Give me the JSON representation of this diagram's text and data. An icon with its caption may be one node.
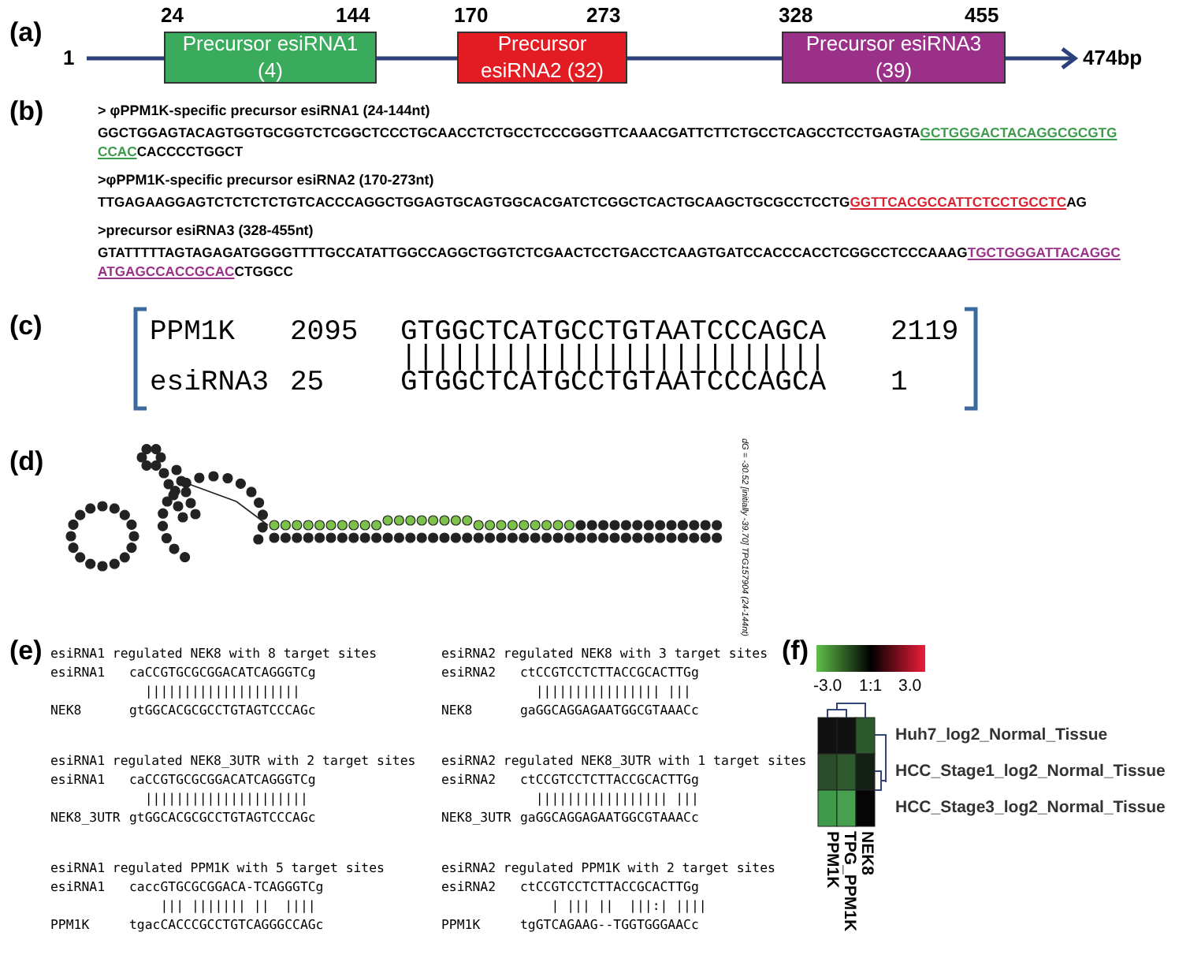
{
  "diagram": {
    "nodes": [
      {
        "text": [
          "Precursor esiRNA1 (4)"
        ],
        "beside": [
          "24",
          "144"
        ]
      },
      {
        "text": [
          "Precursor esiRNA2 (32)"
        ],
        "beside": [
          "170",
          "273"
        ]
      },
      {
        "text": [
          "Precursor esiRNA3 (39)"
        ],
        "beside": [
          "328",
          "455"
        ]
      }
    ],
    "labels": [
      "(a)",
      "1",
      "474bp",
      "(b)",
      "> φPPM1K-specific precursor esiRNA1 (24-144nt)",
      "GGCTGGAGTACAGTGGTGCGGTCTCGGCTCCCTGCAACCTCTGCCTCCCGGGTTCAAACGATTCTTCTGCCTCAGCCTCCTGAGTA",
      "GCTGGGACTACAGGCGCGTGCCAC",
      "CACCCCTGGCT",
      ">φPPM1K-specific precursor esiRNA2 (170-273nt)",
      "TTGAGAAGGAGTCTCTCTCTGTCACCCAGGCTGGAGTGCAGTGGCACGATCTCGGCTCACTGCAAGCTGCGCCTCCTG",
      "GGTTCACGCCATTCTCCTGCCTC",
      "AG",
      ">precursor esiRNA3 (328-455nt)",
      "GTATTTTTAGTAGAGATGGGGTTTTGCCATATTGGCCAGGCTGGTCTCGAACTCCTGACCTCAAGTGATCCACCCACCTCGGCCTCCCAAAG",
      "TGCTGGGATTACAGGCATGAGCCACCGCAC",
      "CTGGCC",
      "(c)",
      "PPM1K",
      "2095",
      "GTGGCTCATGCCTGTAATCCCAGCA",
      "2119",
      "|||||||||||||||||||||||||",
      "esiRNA3",
      "25",
      "GTGGCTCATGCCTGTAATCCCAGCA",
      "1",
      "(d)",
      "dG = -30.52 [initially -39.70] TPG157904 (24-144nt)",
      "(e)",
      "esiRNA1 regulated NEK8 with 8 target sites",
      "esiRNA1",
      "caCCGTGCGCGGACATCAGGGTCg",
      "||||||||||||||||||||",
      "NEK8",
      "gtGGCACGCGCCTGTAGTCCCAGc",
      "esiRNA2 regulated NEK8 with 3 target sites",
      "esiRNA2",
      "ctCCGTCCTCTTACCGCACTTGg",
      "|||||||||||||||| |||",
      "NEK8",
      "gaGGCAGGAGAATGGCGTAAACc",
      "esiRNA1 regulated NEK8_3UTR with 2 target sites",
      "esiRNA1",
      "caCCGTGCGCGGACATCAGGGTCg",
      "|||||||||||||||||||||",
      "NEK8_3UTR",
      "gtGGCACGCGCCTGTAGTCCCAGc",
      "esiRNA2 regulated NEK8_3UTR with 1 target sites",
      "esiRNA2",
      "ctCCGTCCTCTTACCGCACTTGg",
      "||||||||||||||||| |||",
      "NEK8_3UTR",
      "gaGGCAGGAGAATGGCGTAAACc",
      "esiRNA1 regulated PPM1K with 5 target sites",
      "esiRNA1",
      "caccGTGCGCGGACA-TCAGGGTCg",
      "||| ||||||| ||  ||||",
      "PPM1K",
      "tgacCACCCGCCTGTCAGGGCCAGc",
      "esiRNA2 regulated PPM1K with 2 target sites",
      "esiRNA2",
      "ctCCGTCCTCTTACCGCACTTGg",
      "| ||| ||  |||:| ||||",
      "PPM1K",
      "tgGTCAGAAG--TGGTGGGAACc",
      "(f)",
      "-3.0",
      "1:1",
      "3.0",
      "Huh7_log2_Normal_Tissue",
      "HCC_Stage1_log2_Normal_Tissue",
      "HCC_Stage3_log2_Normal_Tissue",
      "PPM1K",
      "TPG_PPM1K",
      "NEK8"
    ]
  }
}
